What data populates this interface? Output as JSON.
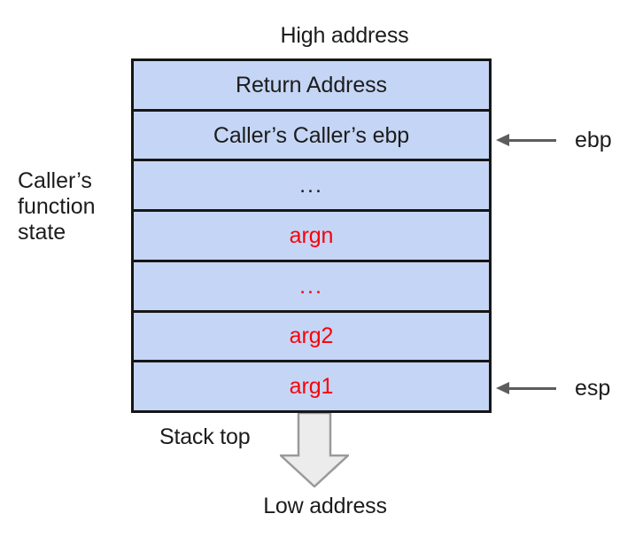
{
  "diagram": {
    "title_top": "High address",
    "title_bottom": "Low address",
    "stack_top_label": "Stack top",
    "side_label": {
      "line1": "Caller’s",
      "line2": "function",
      "line3": "state"
    },
    "colors": {
      "cell_fill": "#c5d5f5",
      "cell_border": "#161616",
      "arg_text": "#fb0007",
      "text": "#1c1c1c",
      "pointer_arrow": "#5d5d5d",
      "big_arrow_fill": "#ececec",
      "big_arrow_border": "#9a9a9a",
      "background": "#ffffff"
    },
    "stack_rows": [
      {
        "label": "Return Address",
        "color": "black"
      },
      {
        "label": "Caller’s Caller’s ebp",
        "color": "black"
      },
      {
        "label": "...",
        "color": "black"
      },
      {
        "label": "argn",
        "color": "red"
      },
      {
        "label": "...",
        "color": "red"
      },
      {
        "label": "arg2",
        "color": "red"
      },
      {
        "label": "arg1",
        "color": "red"
      }
    ],
    "pointers": [
      {
        "label": "ebp",
        "target_row": 1
      },
      {
        "label": "esp",
        "target_row": 6
      }
    ],
    "big_arrow": {
      "direction": "down",
      "meaning": "stack grows toward low address"
    }
  }
}
